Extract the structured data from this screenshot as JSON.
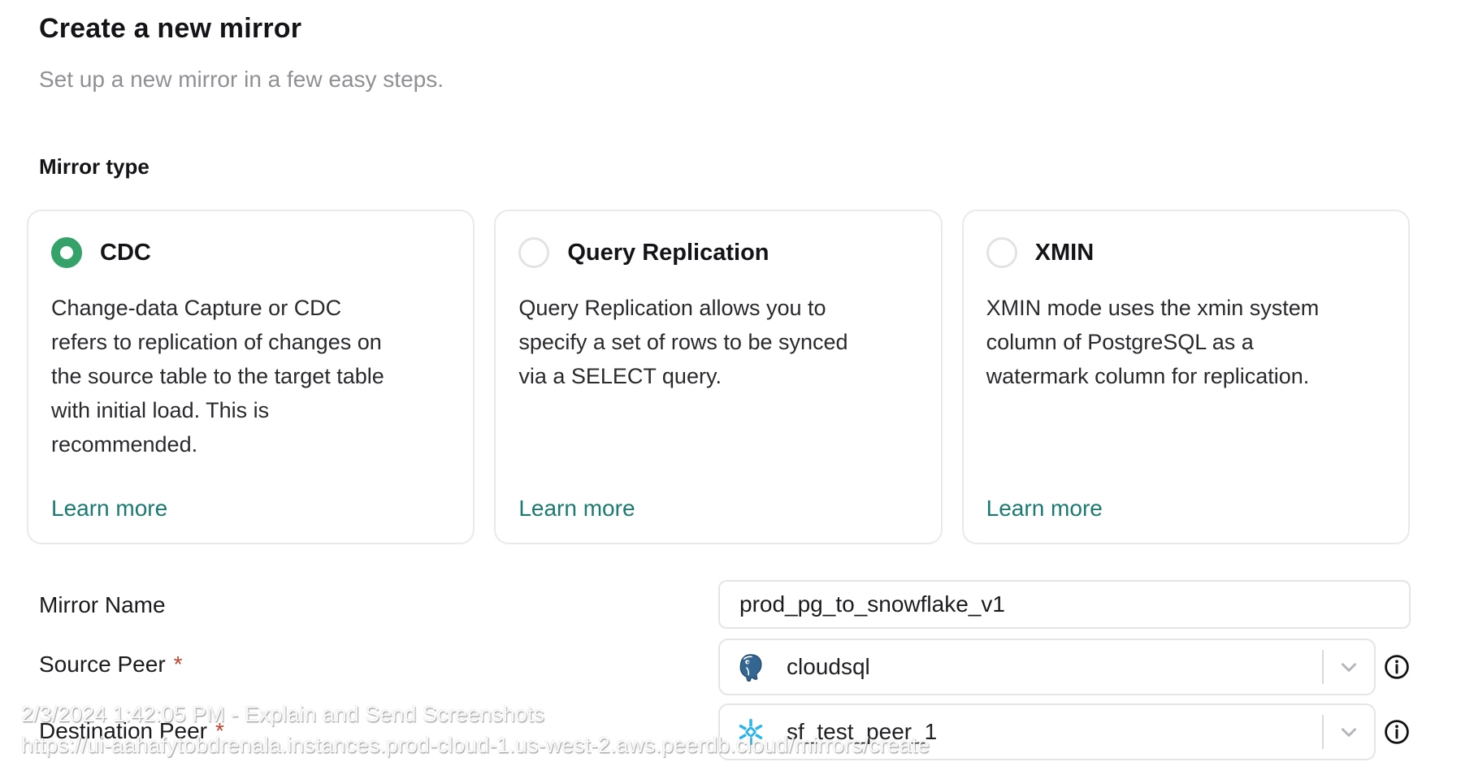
{
  "page": {
    "title": "Create a new mirror",
    "subtitle": "Set up a new mirror in a few easy steps."
  },
  "mirror_type": {
    "label": "Mirror type",
    "options": [
      {
        "name": "CDC",
        "selected": true,
        "description": "Change-data Capture or CDC refers to replication of changes on the source table to the target table with initial load. This is recommended.",
        "learn_more": "Learn more"
      },
      {
        "name": "Query Replication",
        "selected": false,
        "description": "Query Replication allows you to specify a set of rows to be synced via a SELECT query.",
        "learn_more": "Learn more"
      },
      {
        "name": "XMIN",
        "selected": false,
        "description": "XMIN mode uses the xmin system column of PostgreSQL as a watermark column for replication.",
        "learn_more": "Learn more"
      }
    ]
  },
  "form": {
    "mirror_name": {
      "label": "Mirror Name",
      "value": "prod_pg_to_snowflake_v1"
    },
    "source_peer": {
      "label": "Source Peer",
      "required": "*",
      "value": "cloudsql",
      "icon": "postgres-icon"
    },
    "destination_peer": {
      "label": "Destination Peer",
      "required": "*",
      "value": "sf_test_peer_1",
      "icon": "snowflake-icon"
    }
  },
  "watermark": {
    "line1": "2/3/2024 1:42:05 PM - Explain and Send Screenshots",
    "line2": "https://ui-aahafytobdrenala.instances.prod-cloud-1.us-west-2.aws.peerdb.cloud/mirrors/create"
  },
  "colors": {
    "radio_selected_green": "#34a269",
    "learn_more_teal": "#1a7a72",
    "required_asterisk_red": "#c0432d",
    "postgres_blue": "#336791",
    "snowflake_blue": "#29b5e8",
    "border_gray": "#e5e5e8",
    "subtitle_gray": "#8f8f95"
  }
}
